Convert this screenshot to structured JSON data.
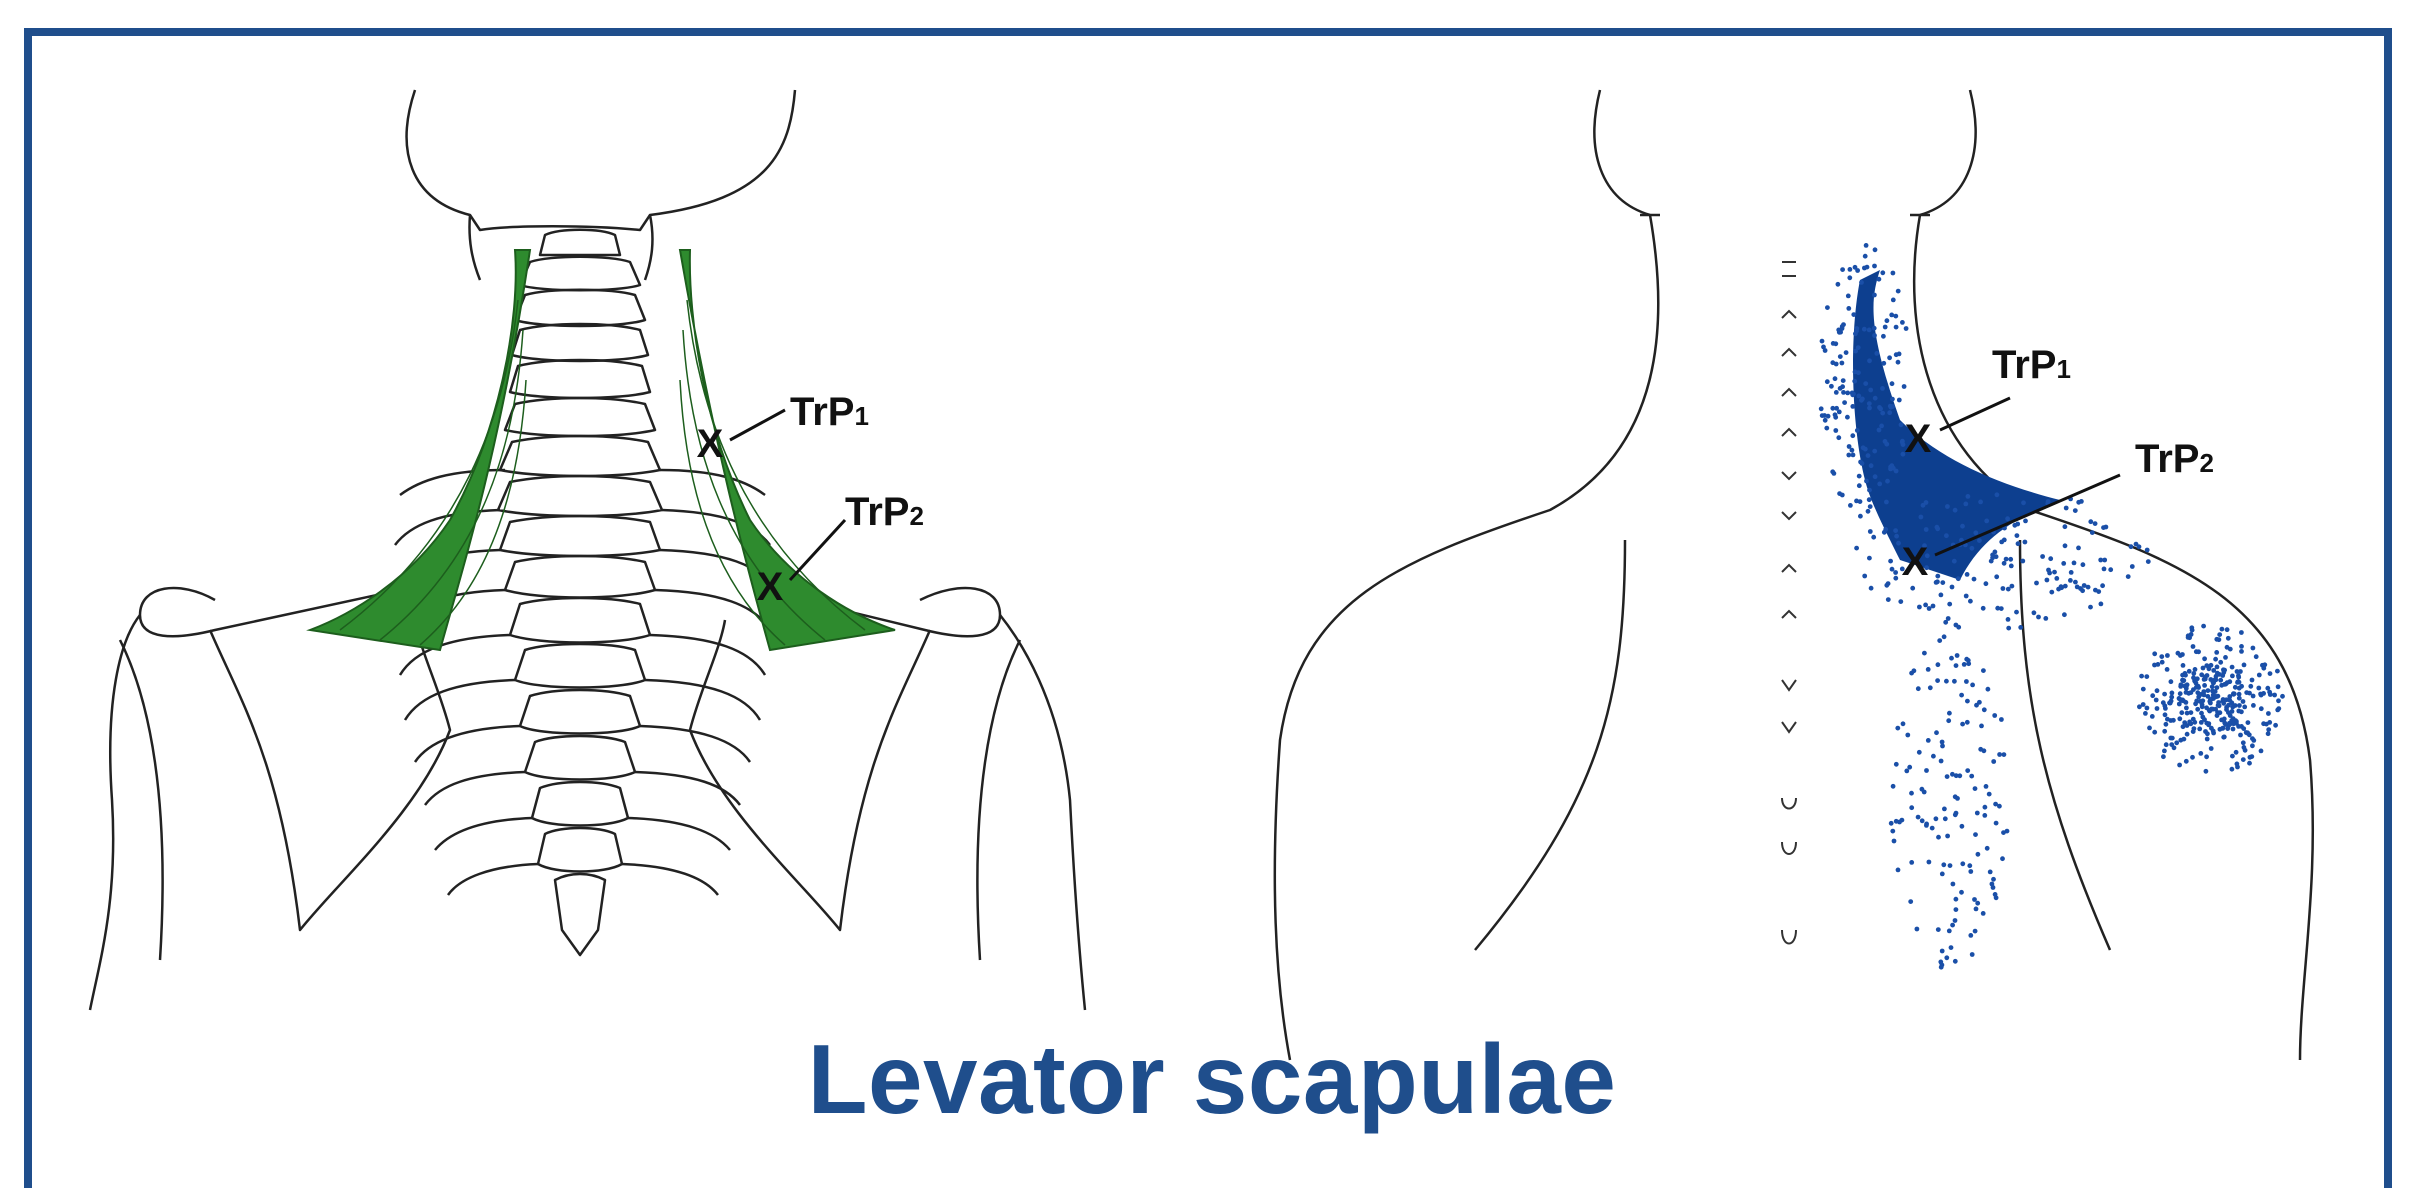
{
  "title": "Levator scapulae",
  "left_panel": {
    "trp1": {
      "main": "TrP",
      "sub": "1"
    },
    "trp2": {
      "main": "TrP",
      "sub": "2"
    }
  },
  "right_panel": {
    "trp1": {
      "main": "TrP",
      "sub": "1"
    },
    "trp2": {
      "main": "TrP",
      "sub": "2"
    }
  },
  "colors": {
    "frame": "#1f4e8c",
    "muscle": "#2e8b2e",
    "pain": "#0d3f8f",
    "title": "#1f4e8c"
  },
  "marker_symbol": "X"
}
